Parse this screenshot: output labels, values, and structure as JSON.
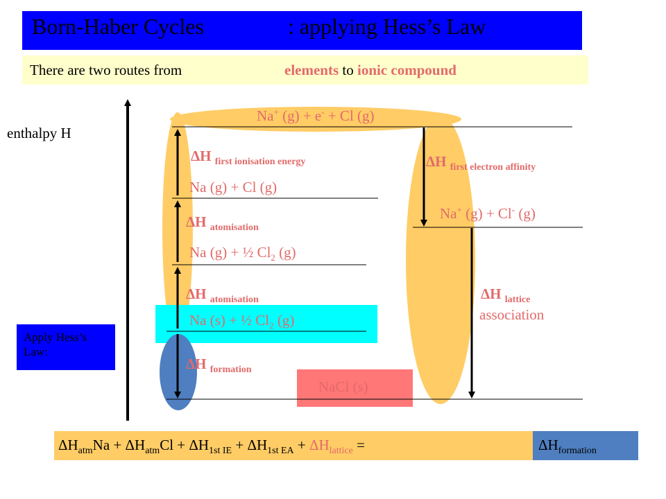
{
  "header": {
    "title_left": "Born-Haber Cycles",
    "title_right": ": applying Hess’s Law",
    "subtitle_prefix": "There are two routes from",
    "subtitle_elements": "elements",
    "subtitle_to": "to",
    "subtitle_compound": "ionic compound"
  },
  "axis": {
    "label": "enthalpy  H"
  },
  "levels": {
    "top_a": "Na",
    "top_b": " (g) + e",
    "top_c": " + Cl (g)",
    "gaseous_atoms": "Na (g) + Cl (g)",
    "half_atomised_a": "Na (g) + ½ Cl",
    "half_atomised_b": " (g)",
    "elements_a": "Na (s) + ½ Cl",
    "elements_b": " (g)",
    "ions_a": "Na",
    "ions_b": " (g) + Cl",
    "ions_c": "  (g)",
    "product": "NaCl (s)"
  },
  "steps": {
    "delta_h": "ΔH",
    "ie": "first ionisation energy",
    "atomisation_cl": "atomisation",
    "atomisation_na": "atomisation",
    "formation": "formation",
    "ea": "first electron affinity",
    "lattice": "lattice",
    "lattice_note": "association"
  },
  "apply_box": {
    "text": "Apply Hess’s Law:"
  },
  "equation": {
    "d1": "ΔH",
    "s1": "atm",
    "t1": "Na + ",
    "d2": "ΔH",
    "s2": "atm",
    "t2": "Cl + ",
    "d3": "ΔH",
    "s3": "1st IE",
    "t3": " + ",
    "d4": "ΔH",
    "s4": "1st EA",
    "t4": " + ",
    "d5": "ΔH",
    "s5": "lattice",
    "t5": " =",
    "result_d": "ΔH",
    "result_s": "formation"
  },
  "colors": {
    "title_bar": "#0000ff",
    "subtitle_bar": "#ffffcc",
    "highlight_red": "#e26a6a",
    "orange": "#ffcc66",
    "cyan": "#00ffff",
    "blue_oval": "#4f7fc0",
    "nacl_box": "#ff7777"
  }
}
